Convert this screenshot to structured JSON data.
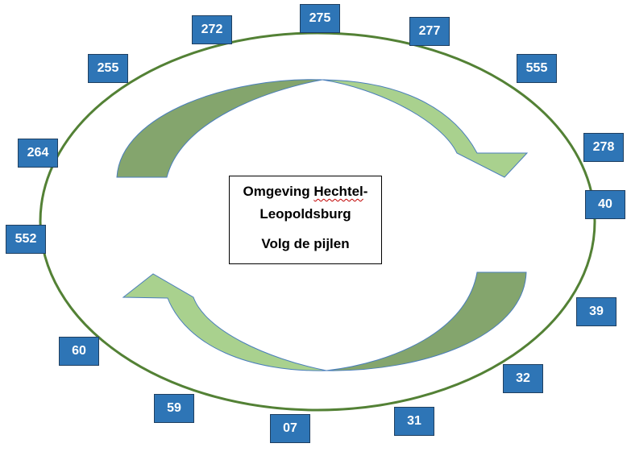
{
  "center": {
    "line1_prefix": "Omgeving ",
    "line1_word": "Hechtel",
    "line1_suffix": "-",
    "line2": "Leopoldsburg",
    "line3": "Volg de pijlen"
  },
  "nodes": [
    "275",
    "277",
    "555",
    "278",
    "40",
    "39",
    "32",
    "31",
    "07",
    "59",
    "60",
    "552",
    "264",
    "255",
    "272"
  ],
  "colors": {
    "node_fill": "#2e75b6",
    "ellipse_stroke": "#538135",
    "arrow_dark": "#84a56d",
    "arrow_light": "#a9d18e",
    "arrow_outline": "#4a7ebb"
  }
}
